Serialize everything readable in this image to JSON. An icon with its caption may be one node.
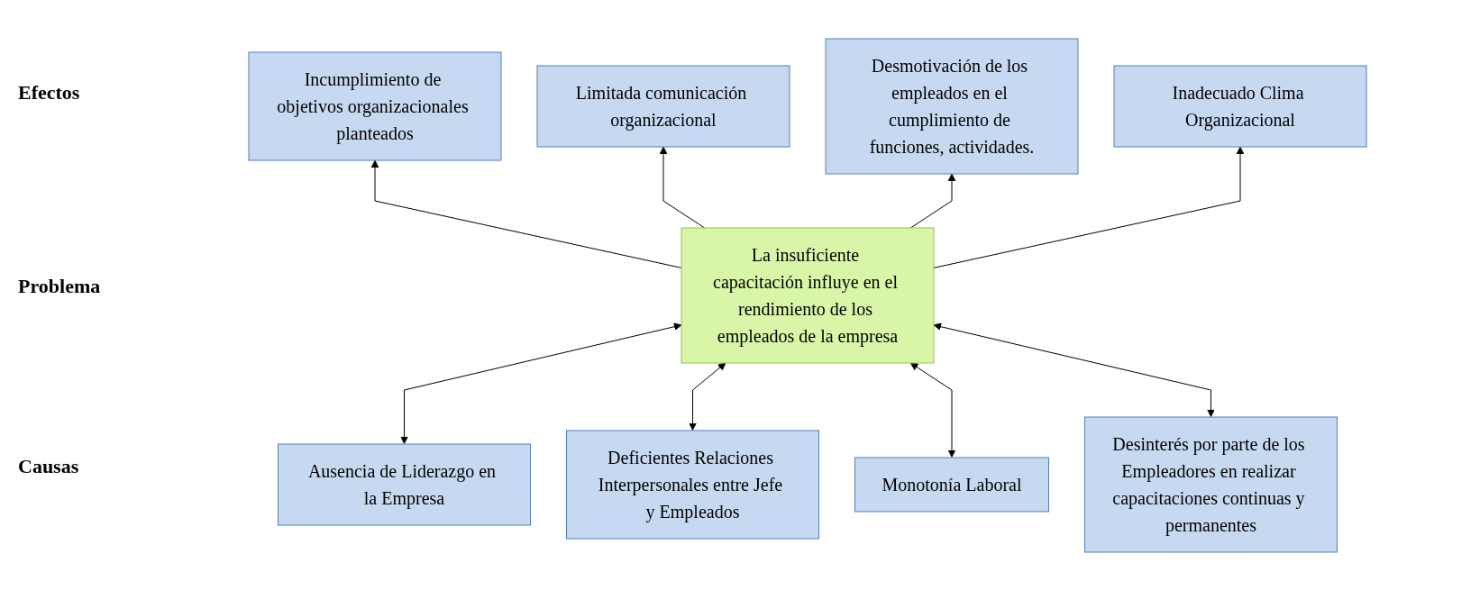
{
  "diagram": {
    "nodes": [
      {
        "text": [
          "Incumplimiento de objetivos organizacionales planteados"
        ]
      },
      {
        "text": [
          "Limitada comunicación organizacional"
        ]
      },
      {
        "text": [
          "Desmotivación de los empleados en el cumplimiento de funciones, actividades."
        ]
      },
      {
        "text": [
          "Inadecuado Clima Organizacional"
        ]
      },
      {
        "text": [
          "La insuficiente capacitación influye en el rendimiento de los empleados de la empresa"
        ]
      },
      {
        "text": [
          "Ausencia de Liderazgo en la Empresa"
        ]
      },
      {
        "text": [
          "Deficientes Relaciones Interpersonales entre Jefe y Empleados"
        ]
      },
      {
        "text": [
          "Monotonía Laboral"
        ]
      },
      {
        "text": [
          "Desinterés por parte de los Empleadores en realizar capacitaciones continuas y permanentes"
        ]
      }
    ],
    "edges": [
      {
        "from": 4,
        "to": 0,
        "arrow": "to"
      },
      {
        "from": 4,
        "to": 1,
        "arrow": "to"
      },
      {
        "from": 4,
        "to": 2,
        "arrow": "to"
      },
      {
        "from": 4,
        "to": 3,
        "arrow": "to"
      },
      {
        "from": 5,
        "to": 4,
        "arrow": "both"
      },
      {
        "from": 6,
        "to": 4,
        "arrow": "both"
      },
      {
        "from": 7,
        "to": 4,
        "arrow": "both"
      },
      {
        "from": 8,
        "to": 4,
        "arrow": "both"
      }
    ],
    "labels": [
      "Efectos",
      "Problema",
      "Causas"
    ]
  }
}
